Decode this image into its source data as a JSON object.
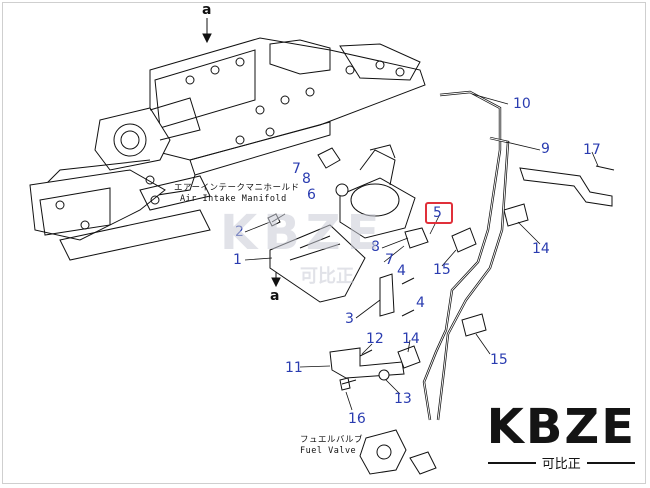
{
  "labels": {
    "top_a": "a",
    "bottom_a": "a",
    "intake_jp": "エアーインテークマニホールド",
    "intake_en": "Air Intake Manifold",
    "fuel_jp": "フュエルバルブ",
    "fuel_en": "Fuel Valve"
  },
  "callouts": [
    {
      "id": "c1",
      "text": "1"
    },
    {
      "id": "c2",
      "text": "2"
    },
    {
      "id": "c3",
      "text": "3"
    },
    {
      "id": "c4a",
      "text": "4"
    },
    {
      "id": "c4b",
      "text": "4"
    },
    {
      "id": "c5",
      "text": "5"
    },
    {
      "id": "c6",
      "text": "6"
    },
    {
      "id": "c7a",
      "text": "7"
    },
    {
      "id": "c7b",
      "text": "7"
    },
    {
      "id": "c8a",
      "text": "8"
    },
    {
      "id": "c8b",
      "text": "8"
    },
    {
      "id": "c9",
      "text": "9"
    },
    {
      "id": "c10",
      "text": "10"
    },
    {
      "id": "c11",
      "text": "11"
    },
    {
      "id": "c12",
      "text": "12"
    },
    {
      "id": "c13",
      "text": "13"
    },
    {
      "id": "c14a",
      "text": "14"
    },
    {
      "id": "c14b",
      "text": "14"
    },
    {
      "id": "c15a",
      "text": "15"
    },
    {
      "id": "c15b",
      "text": "15"
    },
    {
      "id": "c16",
      "text": "16"
    },
    {
      "id": "c17",
      "text": "17"
    }
  ],
  "logo": {
    "main": "KBZE",
    "sub": "可比正"
  },
  "watermark": {
    "main": "KBZE",
    "sub": "可比正"
  },
  "colors": {
    "callout": "#2a3cb0",
    "highlight": "#e0303a",
    "line": "#111111"
  }
}
